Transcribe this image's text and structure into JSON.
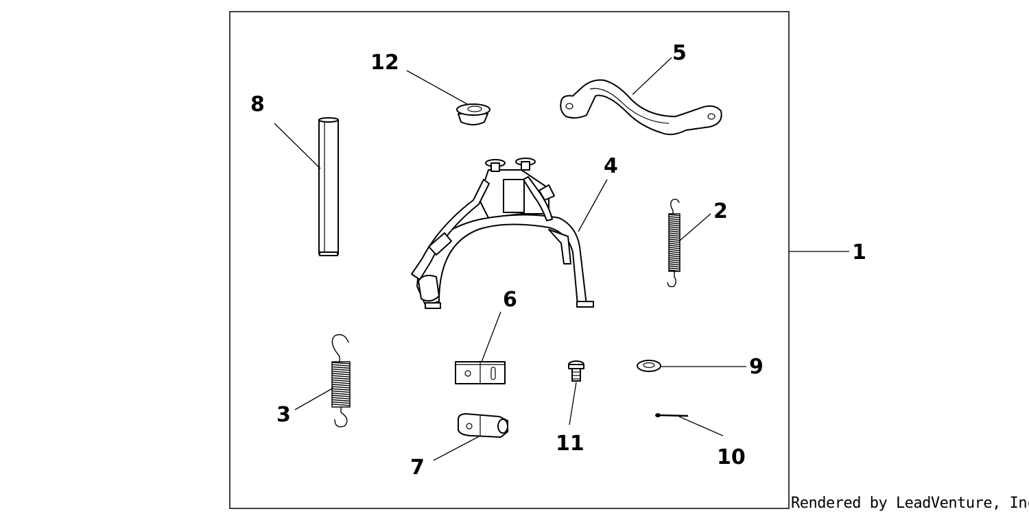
{
  "diagram": {
    "callouts": [
      "1",
      "2",
      "3",
      "4",
      "5",
      "6",
      "7",
      "8",
      "9",
      "10",
      "11",
      "12"
    ],
    "parts": [
      {
        "callout": "1",
        "icon": "stand-kit-boundary-icon"
      },
      {
        "callout": "2",
        "icon": "small-extension-spring-icon"
      },
      {
        "callout": "3",
        "icon": "large-extension-spring-icon"
      },
      {
        "callout": "4",
        "icon": "main-stand-icon"
      },
      {
        "callout": "5",
        "icon": "curved-bracket-icon"
      },
      {
        "callout": "6",
        "icon": "flat-plate-bracket-icon"
      },
      {
        "callout": "7",
        "icon": "clamp-bracket-icon"
      },
      {
        "callout": "8",
        "icon": "pipe-collar-icon"
      },
      {
        "callout": "9",
        "icon": "washer-icon"
      },
      {
        "callout": "10",
        "icon": "cotter-pin-icon"
      },
      {
        "callout": "11",
        "icon": "bolt-icon"
      },
      {
        "callout": "12",
        "icon": "grommet-icon"
      }
    ]
  },
  "credit": "Rendered by LeadVenture, Inc."
}
